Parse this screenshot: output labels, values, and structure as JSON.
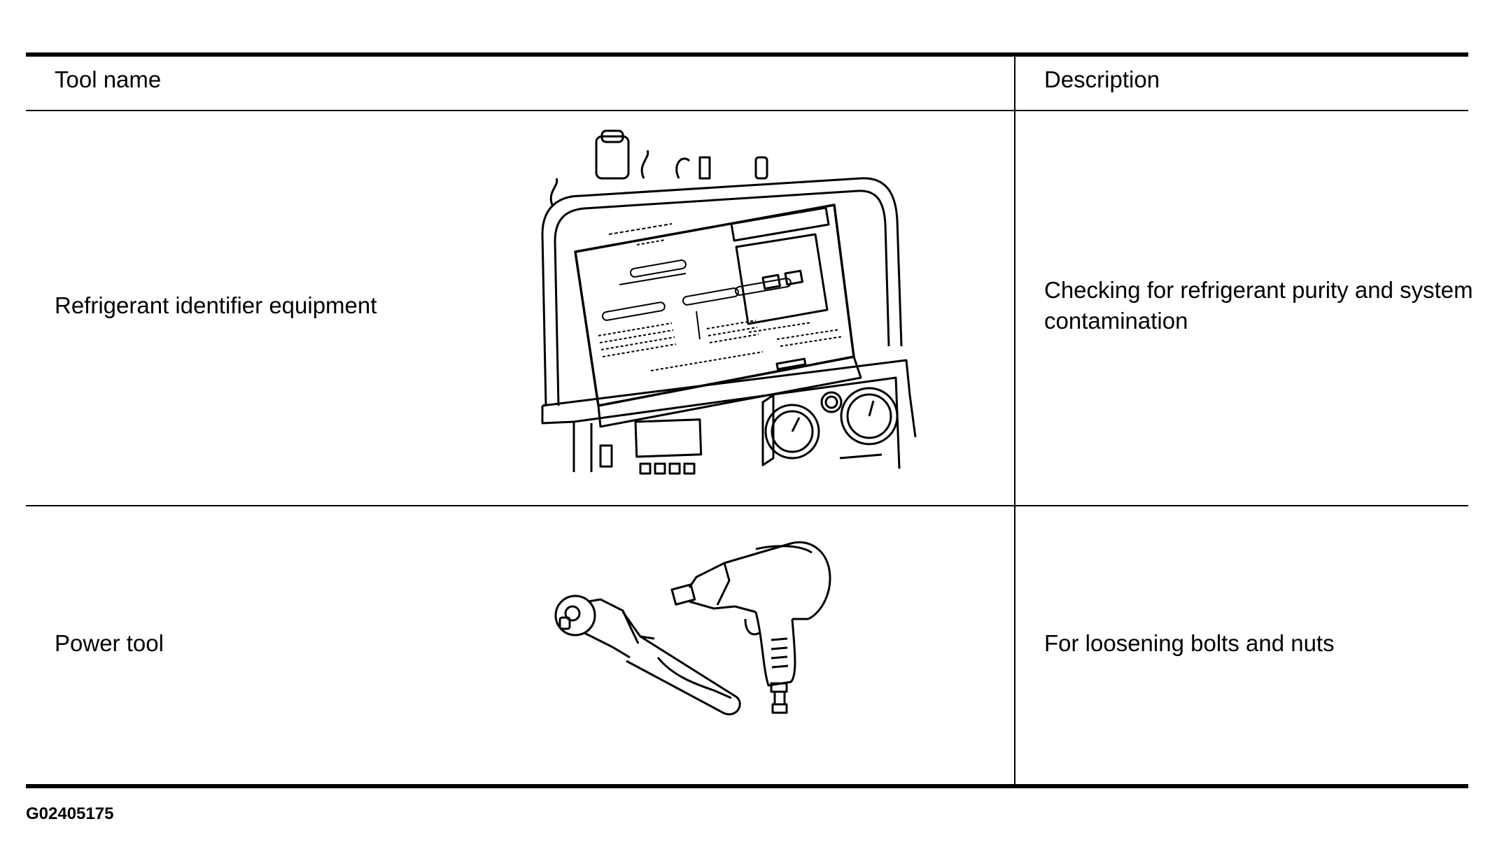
{
  "table": {
    "headers": {
      "tool_name": "Tool name",
      "description": "Description"
    },
    "rows": [
      {
        "tool_name": "Refrigerant identifier equipment",
        "illustration": "refrigerant-identifier-equipment-illustration",
        "description": "Checking for refrigerant purity and system contamination"
      },
      {
        "tool_name": "Power tool",
        "illustration": "power-tool-illustration",
        "description": "For loosening bolts and nuts"
      }
    ]
  },
  "figure_id": "G02405175"
}
